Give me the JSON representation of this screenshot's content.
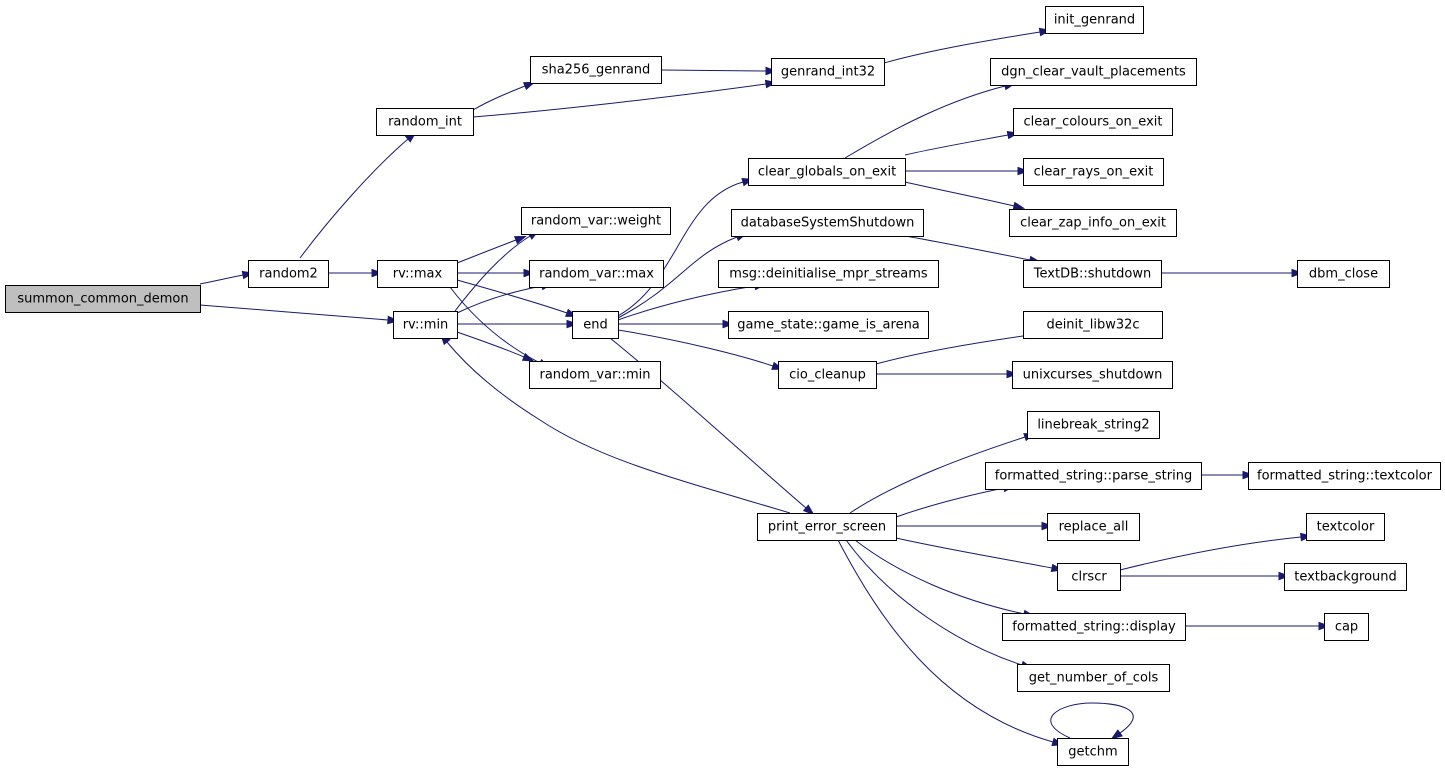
{
  "nodes": {
    "summon_common_demon": "summon_common_demon",
    "random2": "random2",
    "random_int": "random_int",
    "sha256_genrand": "sha256_genrand",
    "genrand_int32": "genrand_int32",
    "init_genrand": "init_genrand",
    "rv_max": "rv::max",
    "rv_min": "rv::min",
    "random_var_weight": "random_var::weight",
    "random_var_max": "random_var::max",
    "random_var_min": "random_var::min",
    "end": "end",
    "clear_globals_on_exit": "clear_globals_on_exit",
    "databaseSystemShutdown": "databaseSystemShutdown",
    "msg_deinitialise_mpr_streams": "msg::deinitialise_mpr_streams",
    "game_state_game_is_arena": "game_state::game_is_arena",
    "cio_cleanup": "cio_cleanup",
    "print_error_screen": "print_error_screen",
    "dgn_clear_vault_placements": "dgn_clear_vault_placements",
    "clear_colours_on_exit": "clear_colours_on_exit",
    "clear_rays_on_exit": "clear_rays_on_exit",
    "clear_zap_info_on_exit": "clear_zap_info_on_exit",
    "TextDB_shutdown": "TextDB::shutdown",
    "dbm_close": "dbm_close",
    "deinit_libw32c": "deinit_libw32c",
    "unixcurses_shutdown": "unixcurses_shutdown",
    "linebreak_string2": "linebreak_string2",
    "formatted_string_parse_string": "formatted_string::parse_string",
    "formatted_string_textcolor": "formatted_string::textcolor",
    "replace_all": "replace_all",
    "clrscr": "clrscr",
    "textcolor": "textcolor",
    "textbackground": "textbackground",
    "formatted_string_display": "formatted_string::display",
    "cap": "cap",
    "get_number_of_cols": "get_number_of_cols",
    "getchm": "getchm"
  },
  "colors": {
    "edge": "#191970",
    "root_fill": "#bfbfbf",
    "node_fill": "#ffffff",
    "node_border": "#000000"
  }
}
